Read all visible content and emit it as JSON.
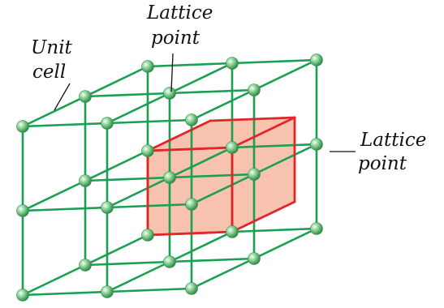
{
  "labels": {
    "unit_cell_line1": "Unit",
    "unit_cell_line2": "cell",
    "lattice_point_top_line1": "Lattice",
    "lattice_point_top_line2": "point",
    "lattice_point_right_line1": "Lattice",
    "lattice_point_right_line2": "point"
  },
  "colors": {
    "lattice_line": "#1aa052",
    "unit_cell_edge": "#e0262b",
    "unit_cell_fill": "#f6b7a0",
    "lattice_point": "#6cc07a",
    "text": "#111111"
  },
  "lattice": {
    "points_per_axis": 3,
    "unit_cell_corner": [
      0,
      0,
      2
    ]
  }
}
